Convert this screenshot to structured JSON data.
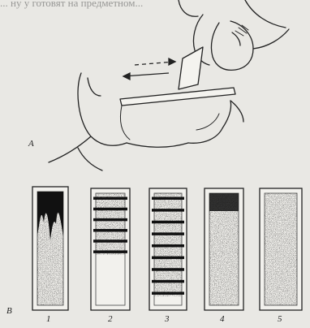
{
  "top_text": "... ну у готовят на предметном...",
  "panel_labels": {
    "a": "А",
    "b": "В"
  },
  "strips": [
    {
      "number": "1",
      "pattern": "peaks"
    },
    {
      "number": "2",
      "pattern": "few-bands"
    },
    {
      "number": "3",
      "pattern": "many-bands"
    },
    {
      "number": "4",
      "pattern": "gradient"
    },
    {
      "number": "5",
      "pattern": "uniform"
    }
  ]
}
